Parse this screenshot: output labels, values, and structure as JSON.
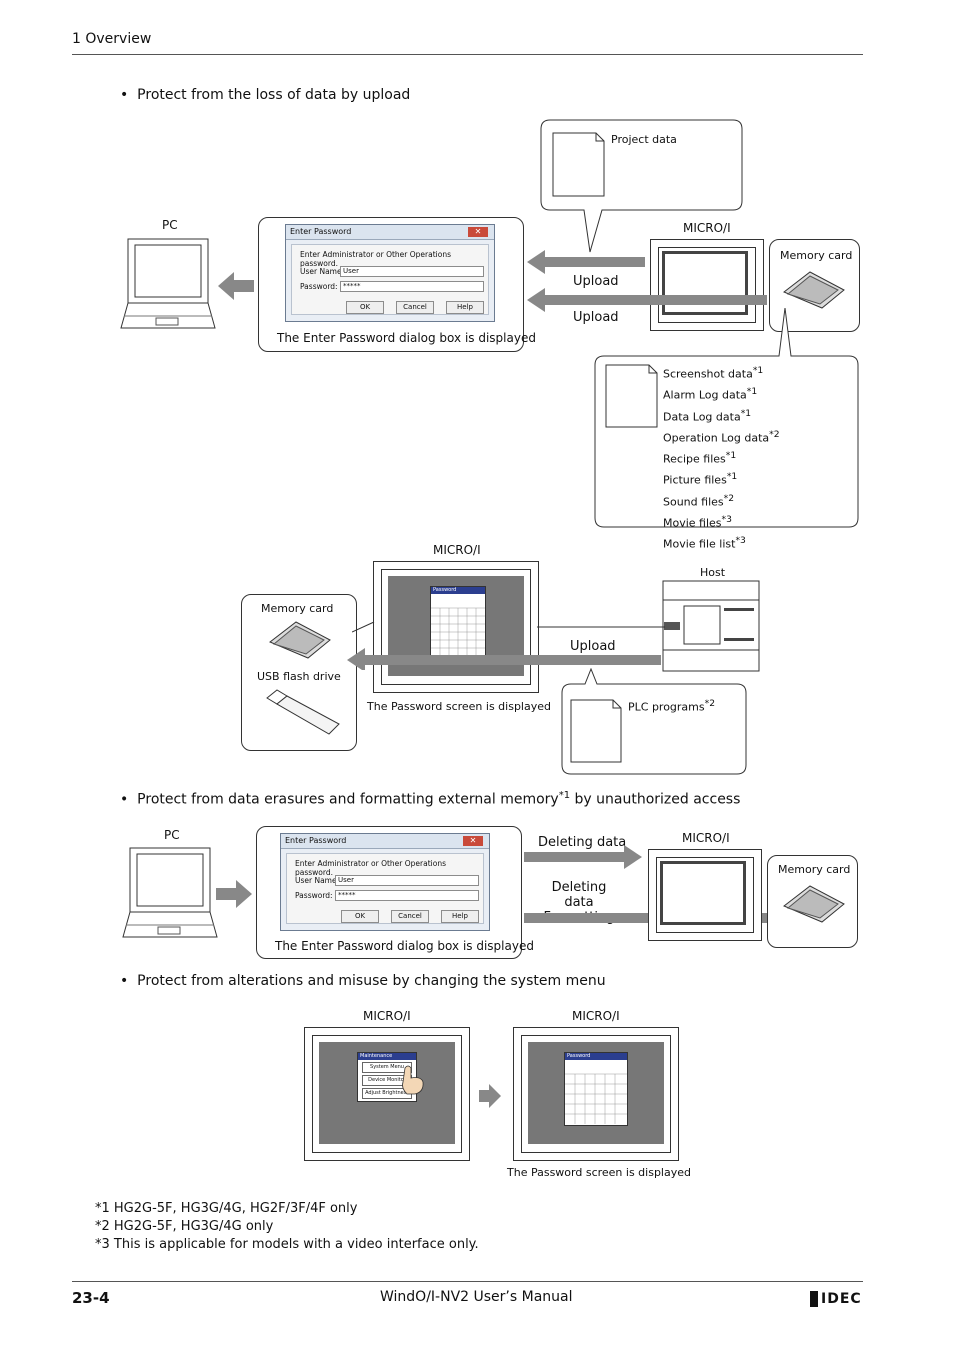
{
  "header": {
    "section": "1 Overview"
  },
  "bullets": {
    "b1": "Protect from the loss of data by upload",
    "b2_pre": "Protect from data erasures and formatting external memory",
    "b2_sup": "*1",
    "b2_post": " by unauthorized access",
    "b3": "Protect from alterations and misuse by changing the system menu"
  },
  "diagram1": {
    "pc": "PC",
    "micro": "MICRO/I",
    "memory_card": "Memory card",
    "project_data": "Project data",
    "upload1": "Upload",
    "upload2": "Upload",
    "caption": "The Enter Password dialog box is displayed",
    "files": [
      {
        "name": "Screenshot data",
        "sup": "*1"
      },
      {
        "name": "Alarm Log data",
        "sup": "*1"
      },
      {
        "name": "Data Log data",
        "sup": "*1"
      },
      {
        "name": "Operation Log data",
        "sup": "*2"
      },
      {
        "name": "Recipe files",
        "sup": "*1"
      },
      {
        "name": "Picture files",
        "sup": "*1"
      },
      {
        "name": "Sound files",
        "sup": "*2"
      },
      {
        "name": "Movie files",
        "sup": "*3"
      },
      {
        "name": "Movie file list",
        "sup": "*3"
      }
    ]
  },
  "dialog": {
    "title": "Enter Password",
    "close": "✕",
    "prompt": "Enter Administrator or Other Operations password.",
    "user_label": "User Name:",
    "user_value": "User",
    "pass_label": "Password:",
    "pass_value": "*****",
    "ok": "OK",
    "cancel": "Cancel",
    "help": "Help"
  },
  "diagram2": {
    "micro": "MICRO/I",
    "host": "Host",
    "memory_card": "Memory card",
    "usb": "USB flash drive",
    "upload": "Upload",
    "caption": "The Password screen is displayed",
    "plc": "PLC programs",
    "plc_sup": "*2",
    "pw_title": "Password"
  },
  "diagram3": {
    "pc": "PC",
    "micro": "MICRO/I",
    "memory_card": "Memory card",
    "deleting": "Deleting data",
    "deleting2": "Deleting data",
    "formatting": "Formatting",
    "caption": "The Enter Password dialog box is displayed"
  },
  "diagram4": {
    "micro1": "MICRO/I",
    "micro2": "MICRO/I",
    "maint_title": "Maintenance",
    "menu": [
      "System Menu",
      "Device Monitor",
      "Adjust Brightness"
    ],
    "pw_title": "Password",
    "caption": "The Password screen is displayed"
  },
  "notes": [
    "*1  HG2G-5F, HG3G/4G, HG2F/3F/4F only",
    "*2  HG2G-5F, HG3G/4G only",
    "*3  This is applicable for models with a video interface only."
  ],
  "footer": {
    "page": "23-4",
    "title": "WindO/I-NV2 User’s Manual",
    "logo": "IDEC"
  }
}
